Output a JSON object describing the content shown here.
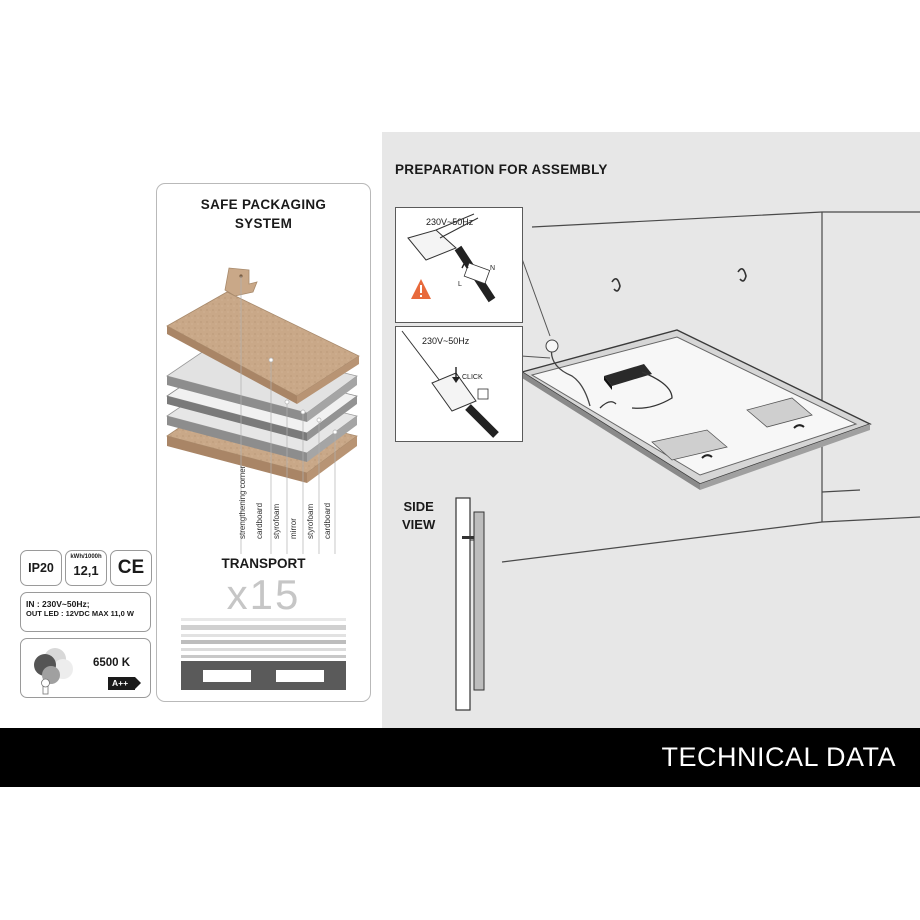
{
  "packaging": {
    "title_line1": "SAFE PACKAGING",
    "title_line2": "SYSTEM",
    "layers": [
      "strengthening corner",
      "cardboard",
      "styrofoam",
      "mirror",
      "styrofoam",
      "cardboard"
    ]
  },
  "transport": {
    "title": "TRANSPORT",
    "count": "x15"
  },
  "specs": {
    "ip_rating": "IP20",
    "energy_unit": "kWh/1000h",
    "energy_value": "12,1",
    "ce_mark": "CE",
    "input_line": "IN : 230V~50Hz;",
    "output_line": "OUT LED : 12VDC  MAX 11,0 W",
    "color_temp": "6500 K",
    "energy_class": "A++"
  },
  "assembly": {
    "title": "PREPARATION FOR ASSEMBLY",
    "voltage_1": "230V~50Hz",
    "voltage_2": "230V~50Hz",
    "click_label": "CLICK",
    "wire_n": "N",
    "wire_l": "L",
    "side_view_line1": "SIDE",
    "side_view_line2": "VIEW"
  },
  "footer": {
    "title": "TECHNICAL DATA"
  },
  "colors": {
    "cardboard": "#c9a888",
    "styrofoam": "#e4e4e4",
    "wall": "#e7e7e7",
    "footer": "#000000"
  },
  "icons": [
    "warning-icon",
    "led-bulbs-icon",
    "wall-hook-icon",
    "led-driver-icon"
  ]
}
